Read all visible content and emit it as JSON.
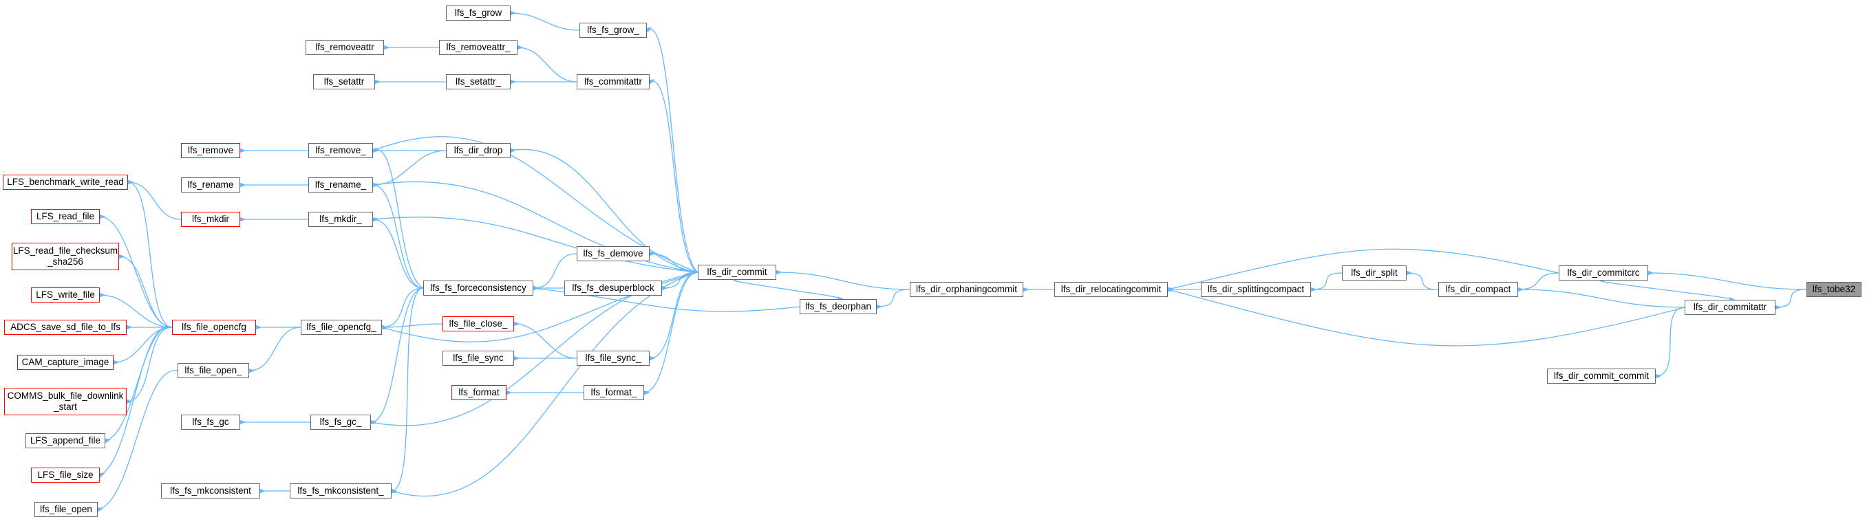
{
  "graph": {
    "colors": {
      "edge": "#63b8ff",
      "node_border": "#666666",
      "red_border": "#ff0000",
      "highlight_fill": "#999999"
    },
    "nodes": {
      "lfs_tobe32": "lfs_tobe32",
      "lfs_dir_commitcrc": "lfs_dir_commitcrc",
      "lfs_dir_commitattr": "lfs_dir_commitattr",
      "lfs_dir_commit_commit": "lfs_dir_commit_commit",
      "lfs_dir_compact": "lfs_dir_compact",
      "lfs_dir_split": "lfs_dir_split",
      "lfs_dir_splittingcompact": "lfs_dir_splittingcompact",
      "lfs_dir_relocatingcommit": "lfs_dir_relocatingcommit",
      "lfs_dir_orphaningcommit": "lfs_dir_orphaningcommit",
      "lfs_dir_commit": "lfs_dir_commit",
      "lfs_fs_deorphan": "lfs_fs_deorphan",
      "lfs_fs_grow": "lfs_fs_grow",
      "lfs_fs_grow_": "lfs_fs_grow_",
      "lfs_removeattr": "lfs_removeattr",
      "lfs_removeattr_": "lfs_removeattr_",
      "lfs_setattr": "lfs_setattr",
      "lfs_setattr_": "lfs_setattr_",
      "lfs_commitattr": "lfs_commitattr",
      "lfs_remove": "lfs_remove",
      "lfs_remove_": "lfs_remove_",
      "lfs_dir_drop": "lfs_dir_drop",
      "lfs_rename": "lfs_rename",
      "lfs_rename_": "lfs_rename_",
      "lfs_mkdir": "lfs_mkdir",
      "lfs_mkdir_": "lfs_mkdir_",
      "lfs_fs_demove": "lfs_fs_demove",
      "lfs_fs_forceconsistency": "lfs_fs_forceconsistency",
      "lfs_fs_desuperblock": "lfs_fs_desuperblock",
      "lfs_file_close_": "lfs_file_close_",
      "lfs_file_sync": "lfs_file_sync",
      "lfs_file_sync_": "lfs_file_sync_",
      "lfs_format": "lfs_format",
      "lfs_format_": "lfs_format_",
      "lfs_file_opencfg": "lfs_file_opencfg",
      "lfs_file_opencfg_": "lfs_file_opencfg_",
      "lfs_file_open_": "lfs_file_open_",
      "lfs_fs_gc": "lfs_fs_gc",
      "lfs_fs_gc_": "lfs_fs_gc_",
      "lfs_fs_mkconsistent": "lfs_fs_mkconsistent",
      "lfs_fs_mkconsistent_": "lfs_fs_mkconsistent_",
      "LFS_benchmark_write_read": "LFS_benchmark_write_read",
      "LFS_read_file": "LFS_read_file",
      "LFS_read_file_checksum_sha256": "LFS_read_file_checksum\n_sha256",
      "LFS_write_file": "LFS_write_file",
      "ADCS_save_sd_file_to_lfs": "ADCS_save_sd_file_to_lfs",
      "CAM_capture_image": "CAM_capture_image",
      "COMMS_bulk_file_downlink_start": "COMMS_bulk_file_downlink\n_start",
      "LFS_append_file": "LFS_append_file",
      "LFS_file_size": "LFS_file_size",
      "lfs_file_open": "lfs_file_open"
    }
  }
}
